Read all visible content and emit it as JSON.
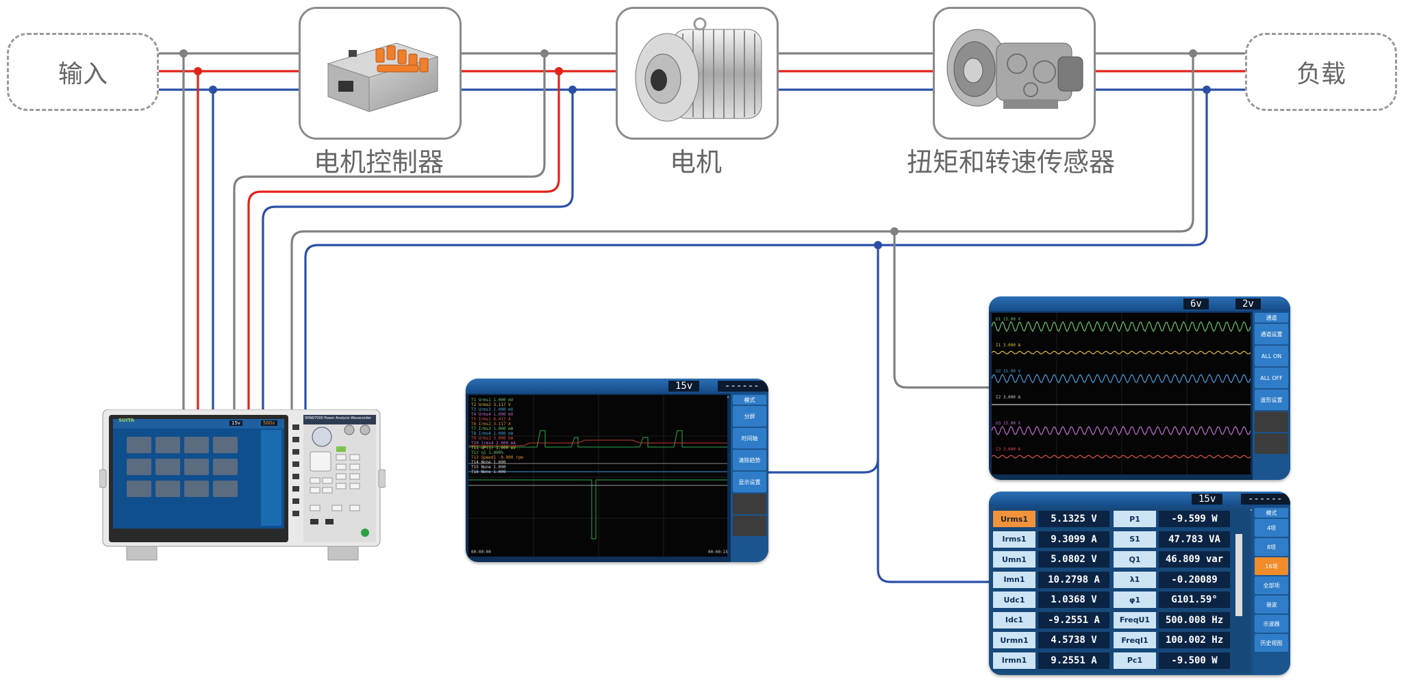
{
  "nodes": {
    "input": "输入",
    "load": "负载",
    "motor_controller": "电机控制器",
    "motor": "电机",
    "torque_speed_sensor": "扭矩和转速传感器"
  },
  "instrument": {
    "brand": "SUITA",
    "model": "SPAW7000 Power Analysis Wavecorder",
    "mini_readout_1": "15v",
    "mini_readout_2": "500v"
  },
  "scope_screen": {
    "readout": "15v",
    "readout_right": "-------",
    "side_buttons": [
      "模式",
      "分屏",
      "时间轴",
      "清除趋势",
      "显示设置"
    ],
    "trace_labels": [
      "T1 Urms1 1.000 mV",
      "T2 Urms2 3.117 V",
      "T3 Urms3 1.000 mV",
      "T4 Urms4 1.000 mV",
      "T5 Irms1 8.417 A",
      "T6 Irms2 3.117 A",
      "T7 Irms3 1.000 mA",
      "T8 Irms4 1.000 mA",
      "T9 Urms1 3.000 mA",
      "T10 Irms4 2.000 mA",
      "T11 dP(1) 1.000 mV",
      "T12 η1 1.000%",
      "T13 Speed1 -0.000 rpm",
      "T14 None 1.000",
      "T15 None 1.000",
      "T16 None 1.000"
    ],
    "time_start": "00:00:00",
    "time_end": "00:00:15"
  },
  "wave_screen": {
    "readout_1": "6v",
    "readout_2": "2v",
    "side_buttons": [
      "通道",
      "通道设置",
      "ALL ON",
      "ALL OFF",
      "波形设置"
    ],
    "channel_labels": [
      "U1 15.00 V",
      "I1 3.000 A",
      "U2 15.00 V",
      "I2 3.000 A",
      "U3 15.00 V",
      "I3 3.000 A"
    ]
  },
  "meter_screen": {
    "readout": "15v",
    "readout_right": "-------",
    "side_buttons": [
      "模式",
      "4项",
      "8项",
      "16项",
      "全部项",
      "谐波",
      "示波器",
      "历史视图"
    ],
    "left_column": [
      {
        "label": "Urms1",
        "value": "5.1325  V",
        "selected": true
      },
      {
        "label": "Irms1",
        "value": "9.3099  A"
      },
      {
        "label": "Umn1",
        "value": "5.0802  V"
      },
      {
        "label": "Imn1",
        "value": "10.2798  A"
      },
      {
        "label": "Udc1",
        "value": "1.0368  V"
      },
      {
        "label": "Idc1",
        "value": "-9.2551  A"
      },
      {
        "label": "Urmn1",
        "value": "4.5738  V"
      },
      {
        "label": "Irmn1",
        "value": "9.2551  A"
      }
    ],
    "right_column": [
      {
        "label": "P1",
        "value": "-9.599  W"
      },
      {
        "label": "S1",
        "value": "47.783  VA"
      },
      {
        "label": "Q1",
        "value": "46.809  var"
      },
      {
        "label": "λ1",
        "value": "-0.20089"
      },
      {
        "label": "φ1",
        "value": "G101.59°"
      },
      {
        "label": "FreqU1",
        "value": "500.008 Hz"
      },
      {
        "label": "FreqI1",
        "value": "100.002 Hz"
      },
      {
        "label": "Pc1",
        "value": "-9.500  W"
      }
    ]
  },
  "colors": {
    "wire_gray": "#808080",
    "wire_red": "#e2231a",
    "wire_blue": "#2a4fa8",
    "box_border": "#8a8a8a",
    "screen_blue": "#1b6db8",
    "highlight_orange": "#f2923a"
  }
}
